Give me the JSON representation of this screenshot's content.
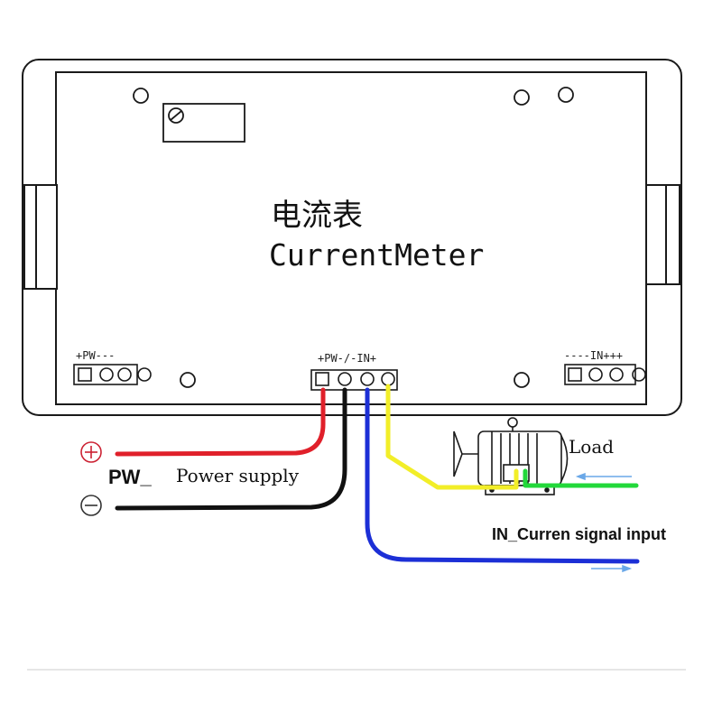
{
  "meter": {
    "title_cn": "电流表",
    "title_en": "CurrentMeter",
    "label_left": "+PW---",
    "label_center": "+PW-/-IN+",
    "label_right": "----IN+++"
  },
  "power": {
    "plus_symbol": "⊕",
    "minus_symbol": "⊖",
    "pw_label": "PW_",
    "supply_label": "Power supply"
  },
  "load": {
    "label": "Load"
  },
  "signal": {
    "label": "IN_Curren signal input"
  },
  "colors": {
    "line": "#1a1a1a",
    "red": "#e0202a",
    "black": "#111111",
    "blue": "#1c2fd6",
    "yellow": "#f2ee28",
    "green": "#22d83a",
    "arrow": "#6aa8e8"
  }
}
